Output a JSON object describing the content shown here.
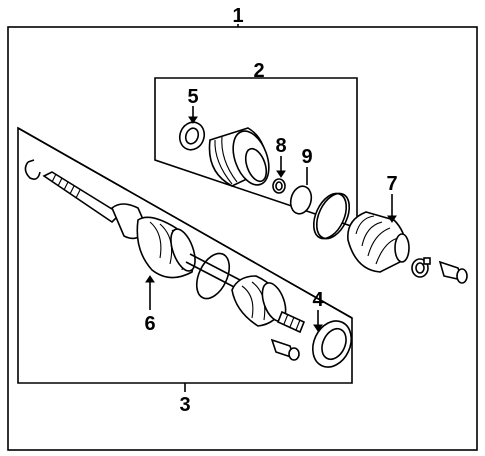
{
  "callouts": {
    "c1": "1",
    "c2": "2",
    "c3": "3",
    "c4": "4",
    "c5": "5",
    "c6": "6",
    "c7": "7",
    "c8": "8",
    "c9": "9"
  },
  "parts": {
    "axle_assembly": "outer-frame-assembly",
    "inner_joint_kit": "inner-joint-kit-group",
    "shaft_assembly": "shaft-assembly-group"
  }
}
